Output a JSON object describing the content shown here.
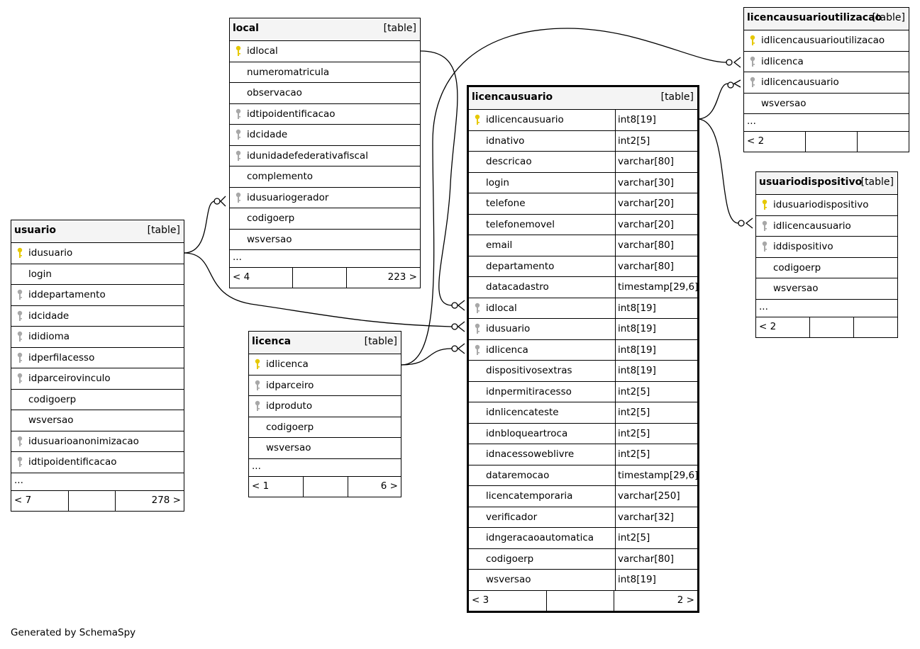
{
  "tables": {
    "local": {
      "name": "local",
      "tag": "[table]",
      "columns": [
        {
          "name": "idlocal",
          "key": "primary"
        },
        {
          "name": "numeromatricula",
          "key": ""
        },
        {
          "name": "observacao",
          "key": ""
        },
        {
          "name": "idtipoidentificacao",
          "key": "foreign"
        },
        {
          "name": "idcidade",
          "key": "foreign"
        },
        {
          "name": "idunidadefederativafiscal",
          "key": "foreign"
        },
        {
          "name": "complemento",
          "key": ""
        },
        {
          "name": "idusuariogerador",
          "key": "foreign"
        },
        {
          "name": "codigoerp",
          "key": ""
        },
        {
          "name": "wsversao",
          "key": ""
        }
      ],
      "more": "...",
      "footer": [
        "< 4",
        "",
        "223 >"
      ]
    },
    "usuario": {
      "name": "usuario",
      "tag": "[table]",
      "columns": [
        {
          "name": "idusuario",
          "key": "primary"
        },
        {
          "name": "login",
          "key": ""
        },
        {
          "name": "iddepartamento",
          "key": "foreign"
        },
        {
          "name": "idcidade",
          "key": "foreign"
        },
        {
          "name": "ididioma",
          "key": "foreign"
        },
        {
          "name": "idperfilacesso",
          "key": "foreign"
        },
        {
          "name": "idparceirovinculo",
          "key": "foreign"
        },
        {
          "name": "codigoerp",
          "key": ""
        },
        {
          "name": "wsversao",
          "key": ""
        },
        {
          "name": "idusuarioanonimizacao",
          "key": "foreign"
        },
        {
          "name": "idtipoidentificacao",
          "key": "foreign"
        }
      ],
      "more": "...",
      "footer": [
        "< 7",
        "",
        "278 >"
      ]
    },
    "licenca": {
      "name": "licenca",
      "tag": "[table]",
      "columns": [
        {
          "name": "idlicenca",
          "key": "primary"
        },
        {
          "name": "idparceiro",
          "key": "foreign"
        },
        {
          "name": "idproduto",
          "key": "foreign"
        },
        {
          "name": "codigoerp",
          "key": ""
        },
        {
          "name": "wsversao",
          "key": ""
        }
      ],
      "more": "...",
      "footer": [
        "< 1",
        "",
        "6 >"
      ]
    },
    "licencausuario": {
      "name": "licencausuario",
      "tag": "[table]",
      "columns": [
        {
          "name": "idlicencausuario",
          "type": "int8[19]",
          "key": "primary"
        },
        {
          "name": "idnativo",
          "type": "int2[5]",
          "key": ""
        },
        {
          "name": "descricao",
          "type": "varchar[80]",
          "key": ""
        },
        {
          "name": "login",
          "type": "varchar[30]",
          "key": ""
        },
        {
          "name": "telefone",
          "type": "varchar[20]",
          "key": ""
        },
        {
          "name": "telefonemovel",
          "type": "varchar[20]",
          "key": ""
        },
        {
          "name": "email",
          "type": "varchar[80]",
          "key": ""
        },
        {
          "name": "departamento",
          "type": "varchar[80]",
          "key": ""
        },
        {
          "name": "datacadastro",
          "type": "timestamp[29,6]",
          "key": ""
        },
        {
          "name": "idlocal",
          "type": "int8[19]",
          "key": "foreign"
        },
        {
          "name": "idusuario",
          "type": "int8[19]",
          "key": "foreign"
        },
        {
          "name": "idlicenca",
          "type": "int8[19]",
          "key": "foreign"
        },
        {
          "name": "dispositivosextras",
          "type": "int8[19]",
          "key": ""
        },
        {
          "name": "idnpermitiracesso",
          "type": "int2[5]",
          "key": ""
        },
        {
          "name": "idnlicencateste",
          "type": "int2[5]",
          "key": ""
        },
        {
          "name": "idnbloqueartroca",
          "type": "int2[5]",
          "key": ""
        },
        {
          "name": "idnacessoweblivre",
          "type": "int2[5]",
          "key": ""
        },
        {
          "name": "dataremocao",
          "type": "timestamp[29,6]",
          "key": ""
        },
        {
          "name": "licencatemporaria",
          "type": "varchar[250]",
          "key": ""
        },
        {
          "name": "verificador",
          "type": "varchar[32]",
          "key": ""
        },
        {
          "name": "idngeracaoautomatica",
          "type": "int2[5]",
          "key": ""
        },
        {
          "name": "codigoerp",
          "type": "varchar[80]",
          "key": ""
        },
        {
          "name": "wsversao",
          "type": "int8[19]",
          "key": ""
        }
      ],
      "footer": [
        "< 3",
        "",
        "2 >"
      ]
    },
    "licencausuarioutilizacao": {
      "name": "licencausuarioutilizacao",
      "tag": "[table]",
      "columns": [
        {
          "name": "idlicencausuarioutilizacao",
          "key": "primary"
        },
        {
          "name": "idlicenca",
          "key": "foreign"
        },
        {
          "name": "idlicencausuario",
          "key": "foreign"
        },
        {
          "name": "wsversao",
          "key": ""
        }
      ],
      "more": "...",
      "footer": [
        "< 2",
        "",
        ""
      ]
    },
    "usuariodispositivo": {
      "name": "usuariodispositivo",
      "tag": "[table]",
      "columns": [
        {
          "name": "idusuariodispositivo",
          "key": "primary"
        },
        {
          "name": "idlicencausuario",
          "key": "foreign"
        },
        {
          "name": "iddispositivo",
          "key": "foreign"
        },
        {
          "name": "codigoerp",
          "key": ""
        },
        {
          "name": "wsversao",
          "key": ""
        }
      ],
      "more": "...",
      "footer": [
        "< 2",
        "",
        ""
      ]
    }
  },
  "relationships": [
    {
      "from": "usuario.idusuario",
      "to": "local.idusuariogerador"
    },
    {
      "from": "usuario.idusuario",
      "to": "licencausuario.idusuario"
    },
    {
      "from": "local.idlocal",
      "to": "licencausuario.idlocal"
    },
    {
      "from": "licenca.idlicenca",
      "to": "licencausuario.idlicenca"
    },
    {
      "from": "licenca.idlicenca",
      "to": "licencausuarioutilizacao.idlicenca"
    },
    {
      "from": "licencausuario.idlicencausuario",
      "to": "licencausuarioutilizacao.idlicencausuario"
    },
    {
      "from": "licencausuario.idlicencausuario",
      "to": "usuariodispositivo.idlicencausuario"
    }
  ],
  "colors": {
    "primary_key": "#e6c800",
    "foreign_key": "#a8a8a8",
    "header_bg": "#f4f4f4"
  },
  "credit": "Generated by SchemaSpy"
}
